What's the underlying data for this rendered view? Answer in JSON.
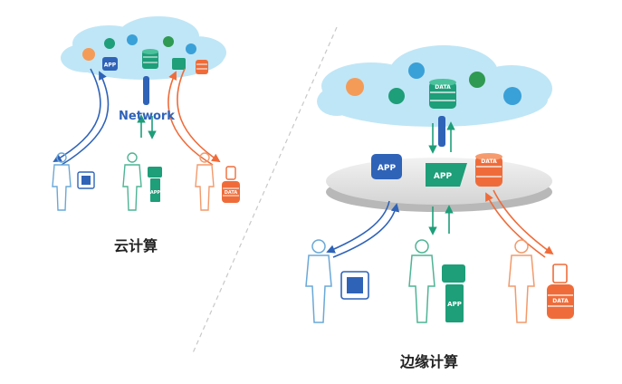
{
  "left_panel": {
    "caption": "云计算",
    "network_label": "Network",
    "app_badge": "APP",
    "device_app_badge": "APP",
    "device_data_badge": "DATA"
  },
  "right_panel": {
    "caption": "边缘计算",
    "cloud_data_badge": "DATA",
    "platform_app_blue": "APP",
    "platform_app_green": "APP",
    "platform_data_badge": "DATA",
    "device_app_badge": "APP",
    "device_data_badge": "DATA"
  },
  "colors": {
    "cloud": "#bfe6f6",
    "blue": "#2f63b8",
    "green": "#1e9e79",
    "orange": "#ef6c3a",
    "person_blue": "#6aa8d8",
    "person_green": "#4fb494",
    "person_orange": "#f29a6b",
    "platform": "#dcdcdc"
  }
}
